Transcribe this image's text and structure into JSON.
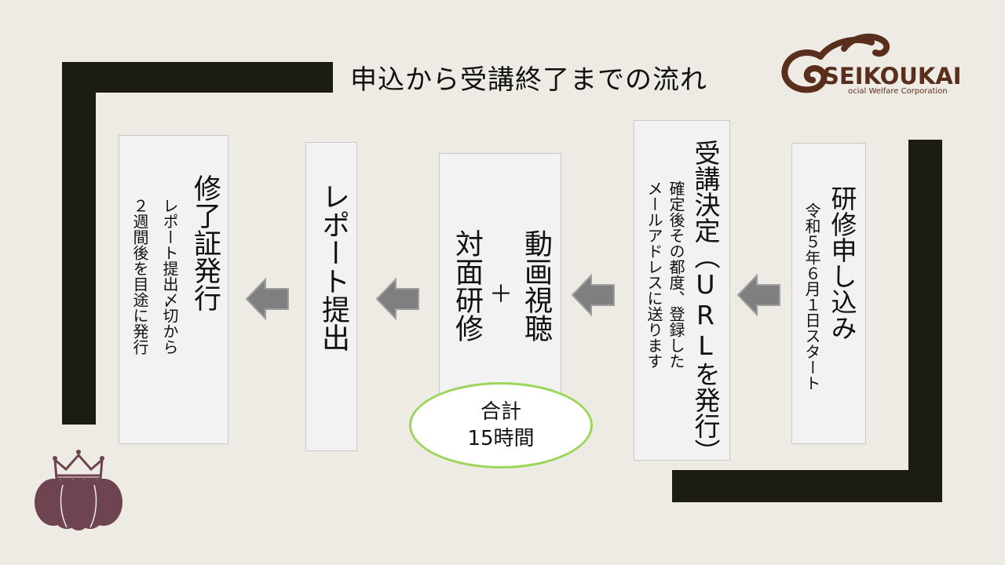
{
  "title": "申込から受講終了までの流れ",
  "logo": {
    "text": "SEIKOUKAI",
    "subtitle": "ocial Welfare Corporation"
  },
  "steps": {
    "apply": {
      "title": "研修申し込み",
      "note": "令和５年６月１日スタート"
    },
    "decision": {
      "title": "受講決定（URLを発行）",
      "note_line1": "確定後その都度、登録した",
      "note_line2": "メールアドレスに送ります"
    },
    "training": {
      "line1": "動画視聴",
      "plus": "＋",
      "line2": "対面研修"
    },
    "total": {
      "label": "合計",
      "hours": "15時間"
    },
    "report": {
      "title": "レポート提出"
    },
    "certificate": {
      "title": "修了証発行",
      "note_line1": "レポート提出〆切から",
      "note_line2": "２週間後を目途に発行"
    }
  },
  "colors": {
    "background": "#eeebe5",
    "bracket": "#1c1b14",
    "box": "#f2f2f2",
    "arrow": "#7f7f7f",
    "oval_border": "#9bd65a",
    "logo": "#5a2e1c",
    "crown": "#6e4450"
  },
  "icons": [
    "left-arrow-icon",
    "crown-emblem-icon",
    "logo-swirl-icon"
  ]
}
